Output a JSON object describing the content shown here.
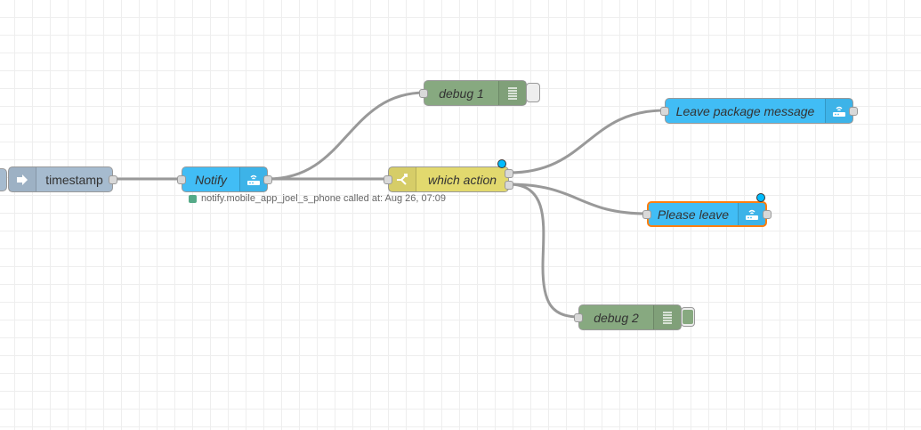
{
  "nodes": {
    "timestamp": {
      "label": "timestamp",
      "color": "#a6bbcf"
    },
    "notify": {
      "label": "Notify",
      "color": "#41bdf5",
      "status": "notify.mobile_app_joel_s_phone called at: Aug 26, 07:09",
      "status_color": "#55aa88"
    },
    "which_action": {
      "label": "which action",
      "color": "#e2d96e"
    },
    "debug1": {
      "label": "debug 1",
      "color": "#87a980",
      "active": false
    },
    "debug2": {
      "label": "debug 2",
      "color": "#87a980",
      "active": true
    },
    "leave_package": {
      "label": "Leave package message",
      "color": "#41bdf5"
    },
    "please_leave": {
      "label": "Please leave",
      "color": "#41bdf5",
      "selected": true,
      "selection_color": "#ff7f0e"
    }
  },
  "colors": {
    "wire": "#999999",
    "changed_indicator": "#00bcff",
    "grid_line": "#eeeeee"
  },
  "icons": {
    "inject": "arrow-right-icon",
    "ha_service": "router-icon",
    "switch": "split-icon",
    "debug": "list-icon"
  }
}
